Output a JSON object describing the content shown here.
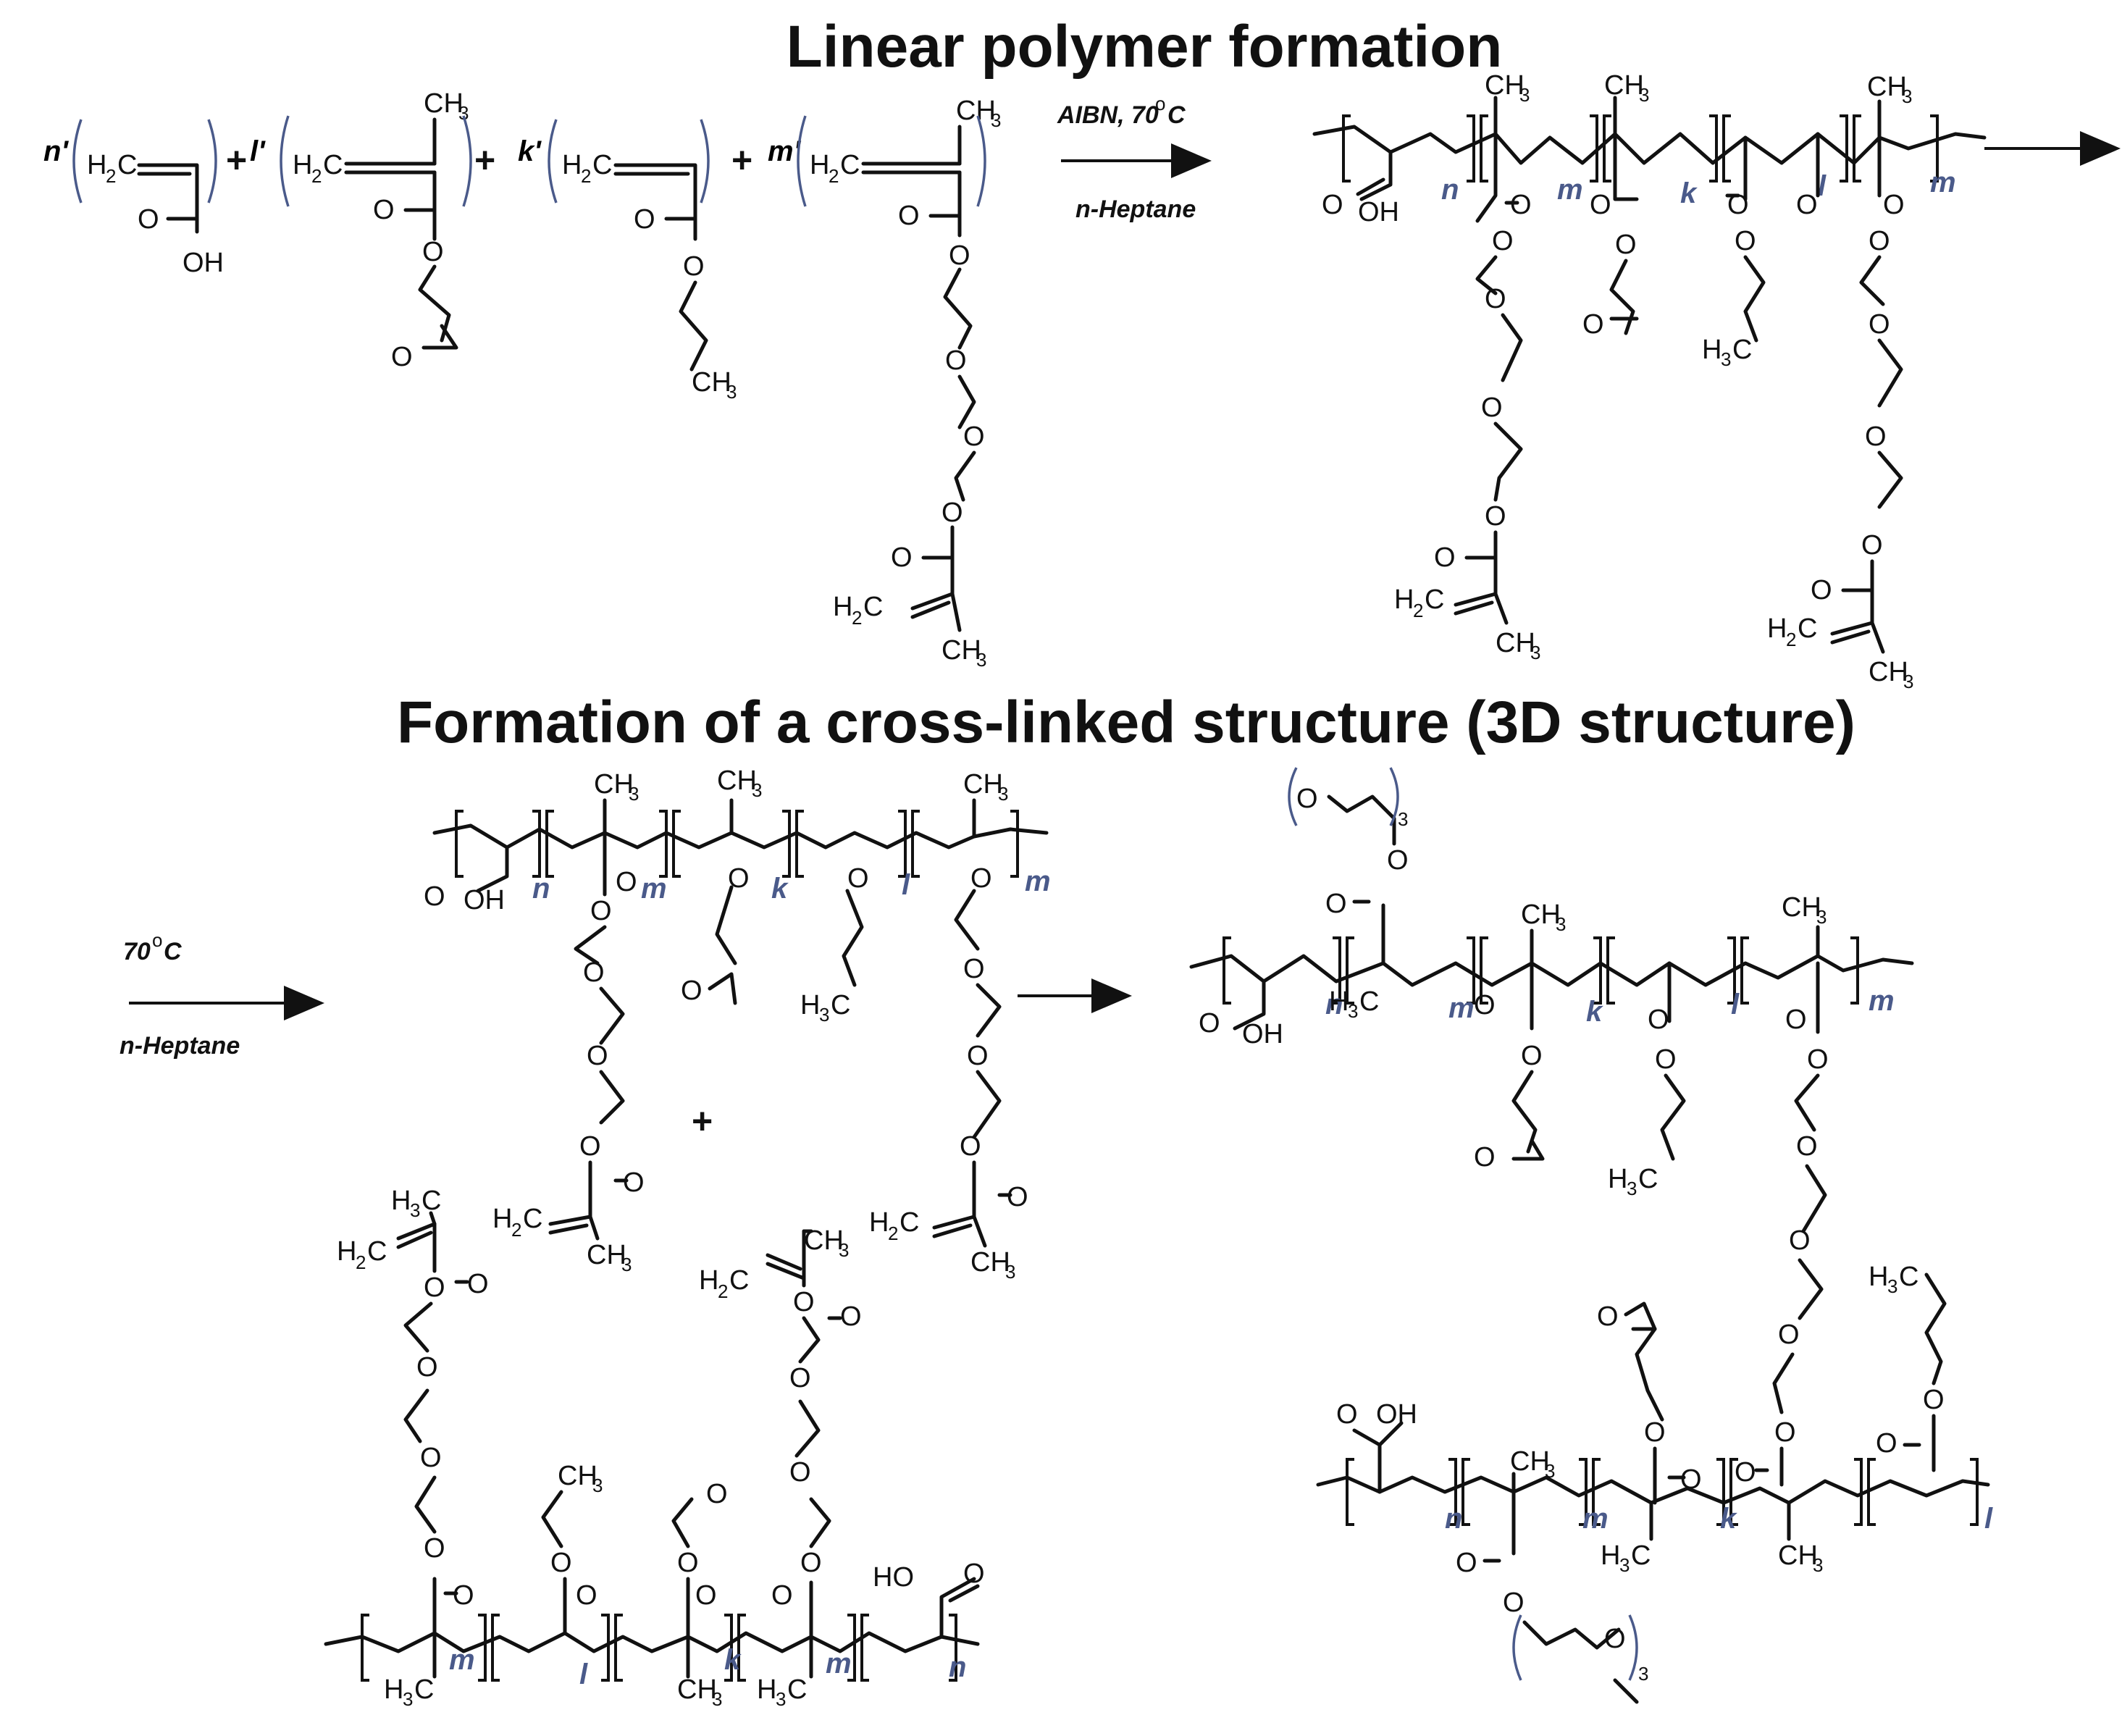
{
  "titles": {
    "linear": "Linear  polymer formation",
    "crosslinked": "Formation  of a cross-linked structure (3D structure)"
  },
  "conditions": {
    "reaction1_top": "AIBN, 70",
    "reaction1_bottom": "n-Heptane",
    "reaction2_top": "70",
    "reaction2_bottom": "n-Heptane",
    "degree_symbol": "o",
    "celsius": "C"
  },
  "stoichiometry": {
    "n_prime": "n'",
    "l_prime": "l'",
    "k_prime": "k'",
    "m_prime": "m'",
    "plus": "+"
  },
  "indices": {
    "n": "n",
    "m": "m",
    "k": "k",
    "l": "l",
    "three": "3"
  },
  "atoms": {
    "oxygen": "O",
    "hydroxyl": "OH",
    "hydroxyl_rev": "HO",
    "carbon": "C",
    "hydrogen": "H",
    "two": "2",
    "three": "3",
    "ch3_main": "CH",
    "h3c_main": "H"
  },
  "colors": {
    "index_color": "#4a5a8a",
    "ink": "#111111",
    "background": "#ffffff"
  }
}
